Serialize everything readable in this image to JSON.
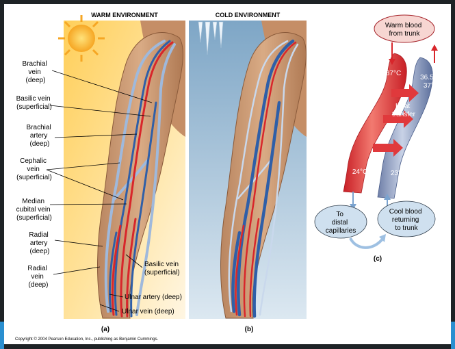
{
  "headings": {
    "warm": "WARM ENVIRONMENT",
    "cold": "COLD ENVIRONMENT"
  },
  "labels": {
    "brachial_vein": [
      "Brachial",
      "vein",
      "(deep)"
    ],
    "basilic_vein_upper": [
      "Basilic vein",
      "(superficial)"
    ],
    "brachial_artery": [
      "Brachial",
      "artery",
      "(deep)"
    ],
    "cephalic_vein": [
      "Cephalic",
      "vein",
      "(superficial)"
    ],
    "median_cubital_vein": [
      "Median",
      "cubital vein",
      "(superficial)"
    ],
    "radial_artery": [
      "Radial",
      "artery",
      "(deep)"
    ],
    "radial_vein": [
      "Radial",
      "vein",
      "(deep)"
    ],
    "basilic_vein_lower": [
      "Basilic vein",
      "(superficial)"
    ],
    "ulnar_artery": "Ulnar artery (deep)",
    "ulnar_vein": "Ulnar vein (deep)"
  },
  "panel_labels": {
    "a": "(a)",
    "b": "(b)",
    "c": "(c)"
  },
  "exchange": {
    "warm_blood": [
      "Warm blood",
      "from trunk"
    ],
    "temp_artery_top": "37°C",
    "temp_vein_top": [
      "36.5°–",
      "37°C"
    ],
    "heat_transfer": [
      "Heat",
      "transfer"
    ],
    "temp_artery_bottom": "24°C",
    "temp_vein_bottom": "23°C",
    "to_capillaries": [
      "To",
      "distal",
      "capillaries"
    ],
    "cool_blood": [
      "Cool blood",
      "returning",
      "to trunk"
    ]
  },
  "copyright": "Copyright © 2004 Pearson Education, Inc., publishing as Benjamin Cummings.",
  "colors": {
    "artery": "#d8262b",
    "vein_deep": "#2f5fa8",
    "vein_superficial": "#9fb9dc",
    "skin": "#c99a73",
    "warm_bg": "#ffd77a",
    "cold_bg": "#8fb3cf",
    "bubble": "#cfe0ef",
    "accent_strip": "#2a8fd0"
  }
}
